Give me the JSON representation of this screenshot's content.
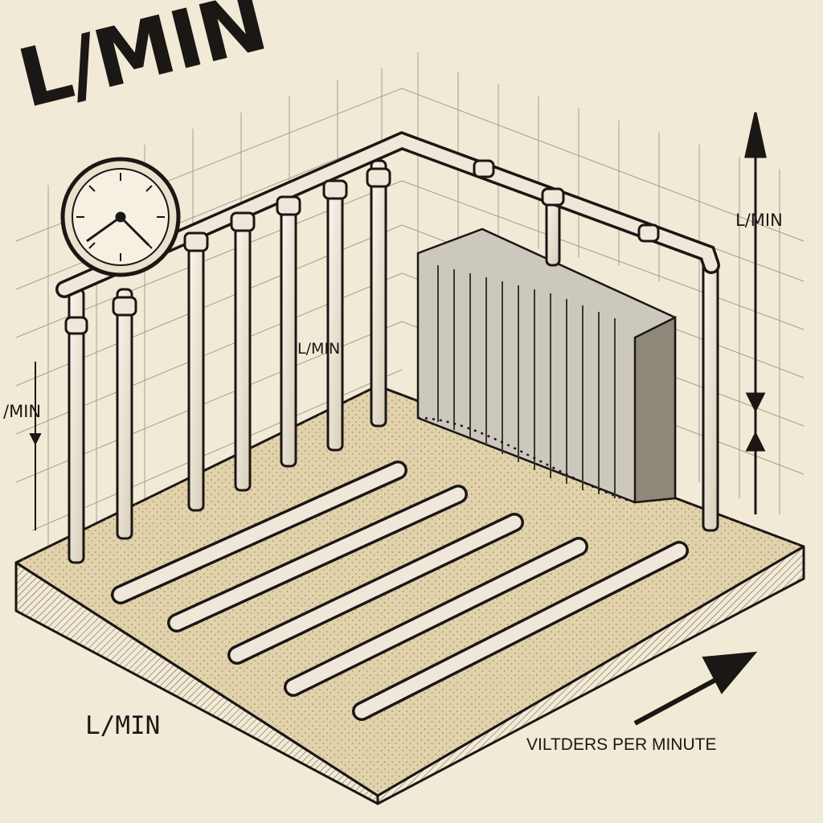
{
  "labels": {
    "title": "L/MIN",
    "side": "L/MIN",
    "left": "/MIN",
    "middle": "L/MIN",
    "bottom": "L/MIN",
    "caption": "VILTDERS PER MINUTE"
  },
  "colors": {
    "paper": "#f1ead6",
    "ink": "#1a1714",
    "pipe": "#efe8da",
    "sand": "#e2d2ac",
    "radiator": "#cdc8bd"
  },
  "icons": [
    "gauge-icon",
    "arrow-up-icon",
    "arrow-diagonal-icon"
  ]
}
